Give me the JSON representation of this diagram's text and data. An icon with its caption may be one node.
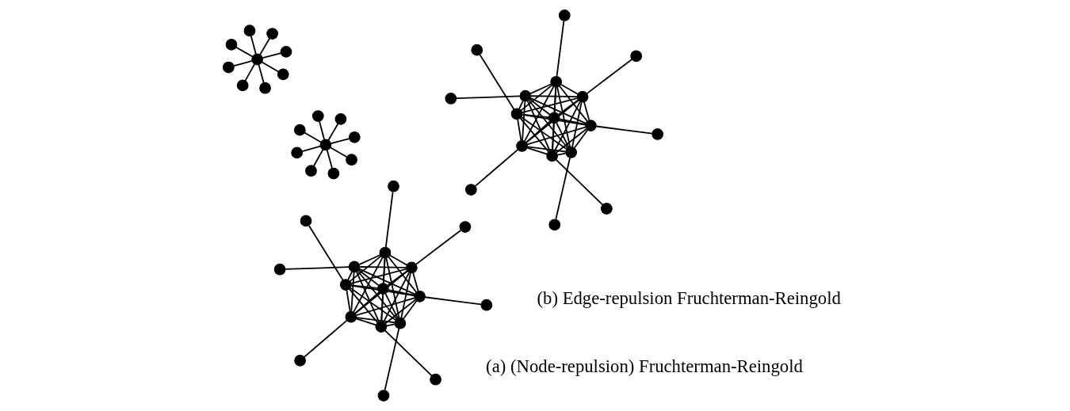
{
  "diagram": {
    "nodes": [
      {
        "text": [],
        "shape": "circle"
      },
      {
        "text": [],
        "shape": "circle"
      },
      {
        "text": [],
        "shape": "circle"
      },
      {
        "text": [],
        "shape": "circle"
      },
      {
        "text": [],
        "shape": "circle"
      },
      {
        "text": [],
        "shape": "circle"
      },
      {
        "text": [],
        "shape": "circle"
      },
      {
        "text": [],
        "shape": "circle"
      },
      {
        "text": [],
        "shape": "circle"
      },
      {
        "text": [],
        "shape": "circle"
      },
      {
        "text": [],
        "shape": "circle"
      },
      {
        "text": [],
        "shape": "circle"
      },
      {
        "text": [],
        "shape": "circle"
      },
      {
        "text": [],
        "shape": "circle"
      },
      {
        "text": [],
        "shape": "circle"
      },
      {
        "text": [],
        "shape": "circle"
      },
      {
        "text": [],
        "shape": "circle"
      },
      {
        "text": [],
        "shape": "circle"
      },
      {
        "text": [],
        "shape": "circle"
      },
      {
        "text": [],
        "shape": "circle"
      },
      {
        "text": [],
        "shape": "circle"
      },
      {
        "text": [],
        "shape": "circle"
      },
      {
        "text": [],
        "shape": "circle"
      },
      {
        "text": [],
        "shape": "circle"
      },
      {
        "text": [],
        "shape": "circle"
      },
      {
        "text": [],
        "shape": "circle"
      },
      {
        "text": [],
        "shape": "circle"
      },
      {
        "text": [],
        "shape": "circle"
      },
      {
        "text": [],
        "shape": "circle"
      },
      {
        "text": [],
        "shape": "circle"
      },
      {
        "text": [],
        "shape": "circle"
      },
      {
        "text": [],
        "shape": "circle"
      },
      {
        "text": [],
        "shape": "circle"
      },
      {
        "text": [],
        "shape": "circle"
      },
      {
        "text": [],
        "shape": "circle"
      },
      {
        "text": [],
        "shape": "circle"
      },
      {
        "text": [],
        "shape": "circle"
      },
      {
        "text": [],
        "shape": "circle"
      },
      {
        "text": [],
        "shape": "circle"
      },
      {
        "text": [],
        "shape": "circle"
      },
      {
        "text": [],
        "shape": "circle"
      },
      {
        "text": [],
        "shape": "circle"
      },
      {
        "text": [],
        "shape": "circle"
      },
      {
        "text": [],
        "shape": "circle"
      },
      {
        "text": [],
        "shape": "circle"
      },
      {
        "text": [],
        "shape": "circle"
      },
      {
        "text": [],
        "shape": "circle"
      },
      {
        "text": [],
        "shape": "circle"
      },
      {
        "text": [],
        "shape": "circle"
      },
      {
        "text": [],
        "shape": "circle"
      },
      {
        "text": [],
        "shape": "circle"
      },
      {
        "text": [],
        "shape": "circle"
      }
    ],
    "edges": [
      {
        "from": 0,
        "to": 1,
        "arrow": "none"
      },
      {
        "from": 0,
        "to": 2,
        "arrow": "none"
      },
      {
        "from": 0,
        "to": 3,
        "arrow": "none"
      },
      {
        "from": 0,
        "to": 4,
        "arrow": "none"
      },
      {
        "from": 0,
        "to": 5,
        "arrow": "none"
      },
      {
        "from": 0,
        "to": 6,
        "arrow": "none"
      },
      {
        "from": 0,
        "to": 7,
        "arrow": "none"
      },
      {
        "from": 0,
        "to": 8,
        "arrow": "none"
      },
      {
        "from": 1,
        "to": 2,
        "arrow": "none"
      },
      {
        "from": 1,
        "to": 3,
        "arrow": "none"
      },
      {
        "from": 1,
        "to": 4,
        "arrow": "none"
      },
      {
        "from": 1,
        "to": 5,
        "arrow": "none"
      },
      {
        "from": 1,
        "to": 6,
        "arrow": "none"
      },
      {
        "from": 1,
        "to": 7,
        "arrow": "none"
      },
      {
        "from": 1,
        "to": 8,
        "arrow": "none"
      },
      {
        "from": 2,
        "to": 3,
        "arrow": "none"
      },
      {
        "from": 2,
        "to": 4,
        "arrow": "none"
      },
      {
        "from": 2,
        "to": 5,
        "arrow": "none"
      },
      {
        "from": 2,
        "to": 6,
        "arrow": "none"
      },
      {
        "from": 2,
        "to": 7,
        "arrow": "none"
      },
      {
        "from": 2,
        "to": 8,
        "arrow": "none"
      },
      {
        "from": 3,
        "to": 4,
        "arrow": "none"
      },
      {
        "from": 3,
        "to": 5,
        "arrow": "none"
      },
      {
        "from": 3,
        "to": 6,
        "arrow": "none"
      },
      {
        "from": 3,
        "to": 7,
        "arrow": "none"
      },
      {
        "from": 3,
        "to": 8,
        "arrow": "none"
      },
      {
        "from": 4,
        "to": 5,
        "arrow": "none"
      },
      {
        "from": 4,
        "to": 6,
        "arrow": "none"
      },
      {
        "from": 4,
        "to": 7,
        "arrow": "none"
      },
      {
        "from": 4,
        "to": 8,
        "arrow": "none"
      },
      {
        "from": 5,
        "to": 6,
        "arrow": "none"
      },
      {
        "from": 5,
        "to": 7,
        "arrow": "none"
      },
      {
        "from": 5,
        "to": 8,
        "arrow": "none"
      },
      {
        "from": 6,
        "to": 7,
        "arrow": "none"
      },
      {
        "from": 6,
        "to": 8,
        "arrow": "none"
      },
      {
        "from": 7,
        "to": 8,
        "arrow": "none"
      },
      {
        "from": 1,
        "to": 9,
        "arrow": "none"
      },
      {
        "from": 2,
        "to": 10,
        "arrow": "none"
      },
      {
        "from": 3,
        "to": 11,
        "arrow": "none"
      },
      {
        "from": 4,
        "to": 12,
        "arrow": "none"
      },
      {
        "from": 5,
        "to": 13,
        "arrow": "none"
      },
      {
        "from": 6,
        "to": 14,
        "arrow": "none"
      },
      {
        "from": 7,
        "to": 15,
        "arrow": "none"
      },
      {
        "from": 8,
        "to": 16,
        "arrow": "none"
      },
      {
        "from": 17,
        "to": 18,
        "arrow": "none"
      },
      {
        "from": 17,
        "to": 19,
        "arrow": "none"
      },
      {
        "from": 17,
        "to": 20,
        "arrow": "none"
      },
      {
        "from": 17,
        "to": 21,
        "arrow": "none"
      },
      {
        "from": 17,
        "to": 22,
        "arrow": "none"
      },
      {
        "from": 17,
        "to": 23,
        "arrow": "none"
      },
      {
        "from": 17,
        "to": 24,
        "arrow": "none"
      },
      {
        "from": 17,
        "to": 25,
        "arrow": "none"
      },
      {
        "from": 26,
        "to": 27,
        "arrow": "none"
      },
      {
        "from": 26,
        "to": 28,
        "arrow": "none"
      },
      {
        "from": 26,
        "to": 29,
        "arrow": "none"
      },
      {
        "from": 26,
        "to": 30,
        "arrow": "none"
      },
      {
        "from": 26,
        "to": 31,
        "arrow": "none"
      },
      {
        "from": 26,
        "to": 32,
        "arrow": "none"
      },
      {
        "from": 26,
        "to": 33,
        "arrow": "none"
      },
      {
        "from": 26,
        "to": 34,
        "arrow": "none"
      },
      {
        "from": 27,
        "to": 28,
        "arrow": "none"
      },
      {
        "from": 27,
        "to": 29,
        "arrow": "none"
      },
      {
        "from": 27,
        "to": 30,
        "arrow": "none"
      },
      {
        "from": 27,
        "to": 31,
        "arrow": "none"
      },
      {
        "from": 27,
        "to": 32,
        "arrow": "none"
      },
      {
        "from": 27,
        "to": 33,
        "arrow": "none"
      },
      {
        "from": 27,
        "to": 34,
        "arrow": "none"
      },
      {
        "from": 28,
        "to": 29,
        "arrow": "none"
      },
      {
        "from": 28,
        "to": 30,
        "arrow": "none"
      },
      {
        "from": 28,
        "to": 31,
        "arrow": "none"
      },
      {
        "from": 28,
        "to": 32,
        "arrow": "none"
      },
      {
        "from": 28,
        "to": 33,
        "arrow": "none"
      },
      {
        "from": 28,
        "to": 34,
        "arrow": "none"
      },
      {
        "from": 29,
        "to": 30,
        "arrow": "none"
      },
      {
        "from": 29,
        "to": 31,
        "arrow": "none"
      },
      {
        "from": 29,
        "to": 32,
        "arrow": "none"
      },
      {
        "from": 29,
        "to": 33,
        "arrow": "none"
      },
      {
        "from": 29,
        "to": 34,
        "arrow": "none"
      },
      {
        "from": 30,
        "to": 31,
        "arrow": "none"
      },
      {
        "from": 30,
        "to": 32,
        "arrow": "none"
      },
      {
        "from": 30,
        "to": 33,
        "arrow": "none"
      },
      {
        "from": 30,
        "to": 34,
        "arrow": "none"
      },
      {
        "from": 31,
        "to": 32,
        "arrow": "none"
      },
      {
        "from": 31,
        "to": 33,
        "arrow": "none"
      },
      {
        "from": 31,
        "to": 34,
        "arrow": "none"
      },
      {
        "from": 32,
        "to": 33,
        "arrow": "none"
      },
      {
        "from": 32,
        "to": 34,
        "arrow": "none"
      },
      {
        "from": 33,
        "to": 34,
        "arrow": "none"
      },
      {
        "from": 27,
        "to": 35,
        "arrow": "none"
      },
      {
        "from": 28,
        "to": 36,
        "arrow": "none"
      },
      {
        "from": 29,
        "to": 37,
        "arrow": "none"
      },
      {
        "from": 30,
        "to": 38,
        "arrow": "none"
      },
      {
        "from": 31,
        "to": 39,
        "arrow": "none"
      },
      {
        "from": 32,
        "to": 40,
        "arrow": "none"
      },
      {
        "from": 33,
        "to": 41,
        "arrow": "none"
      },
      {
        "from": 34,
        "to": 42,
        "arrow": "none"
      },
      {
        "from": 43,
        "to": 44,
        "arrow": "none"
      },
      {
        "from": 43,
        "to": 45,
        "arrow": "none"
      },
      {
        "from": 43,
        "to": 46,
        "arrow": "none"
      },
      {
        "from": 43,
        "to": 47,
        "arrow": "none"
      },
      {
        "from": 43,
        "to": 48,
        "arrow": "none"
      },
      {
        "from": 43,
        "to": 49,
        "arrow": "none"
      },
      {
        "from": 43,
        "to": 50,
        "arrow": "none"
      },
      {
        "from": 43,
        "to": 51,
        "arrow": "none"
      }
    ],
    "labels": [
      "(a) (Node-repulsion) Fruchterman-Reingold",
      "(b) Edge-repulsion Fruchterman-Reingold"
    ]
  }
}
